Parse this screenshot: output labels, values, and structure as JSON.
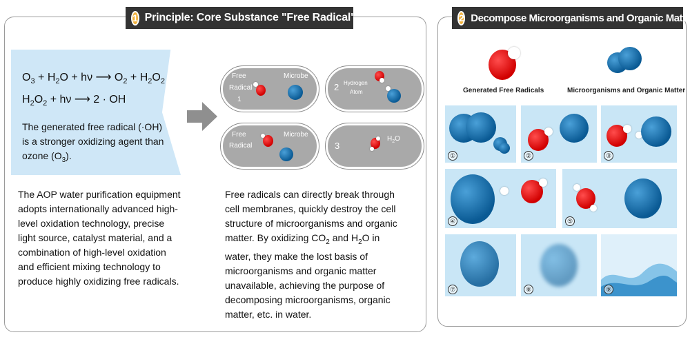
{
  "section1": {
    "number": "1",
    "title": "Principle: Core Substance  \"Free Radical\"",
    "formula_line1": {
      "a": "O",
      "a_sub": "3",
      "b": " + H",
      "b_sub": "2",
      "c": "O + hν  ⟶  O",
      "c_sub": "2",
      "d": " + H",
      "d_sub": "2",
      "e": "O",
      "e_sub": "2"
    },
    "formula_line2": {
      "a": "H",
      "a_sub": "2",
      "b": "O",
      "b_sub": "2",
      "c": " + hν  ⟶ 2 · OH"
    },
    "formula_note": {
      "a": "The generated free radical (·OH) is a stronger oxidizing agent than ozone (O",
      "a_sub": "3",
      "b": ")."
    },
    "paragraph_left": "The AOP water purification equipment adopts internationally advanced high-level oxidation technology, precise light source, catalyst material, and a combination of high-level oxidation and efficient mixing technology to produce highly oxidizing free radicals.",
    "paragraph_right": {
      "a": "Free radicals can directly break through cell membranes, quickly destroy the cell structure of microorganisms and organic matter. By oxidizing CO",
      "a_sub": "2",
      "b": " and H",
      "b_sub": "2",
      "c": "O in water, they make the lost basis of microorganisms and organic matter unavailable, achieving the purpose of decomposing microorganisms, organic matter, etc. in water."
    },
    "capsules": [
      {
        "label_a": "Free",
        "label_b": "Radical",
        "label_c": "1",
        "label_microbe": "Microbe"
      },
      {
        "label_num": "2",
        "label_a": "Hydrogen",
        "label_b": "Atom"
      },
      {
        "label_a": "Free",
        "label_b": "Radical",
        "label_microbe": "Microbe"
      },
      {
        "label_num": "3",
        "label_h": "H",
        "label_h_sub": "2",
        "label_o": "O"
      }
    ]
  },
  "section2": {
    "number": "2",
    "title": "Decompose Microorganisms and Organic Matter",
    "legend_radicals": "Generated Free Radicals",
    "legend_micro": "Microorganisms and Organic Matter",
    "tiles": [
      "①",
      "②",
      "③",
      "④",
      "⑤",
      "⑦",
      "⑧",
      "⑨"
    ]
  },
  "colors": {
    "accent": "#f2b23b",
    "tab_bg": "#333333",
    "formula_bg": "#cfe7f7",
    "capsule_bg": "#a9a9a9",
    "radical_red": "#d10000",
    "microbe_blue": "#0a5a94",
    "tile_bg": "#c9e6f6"
  }
}
